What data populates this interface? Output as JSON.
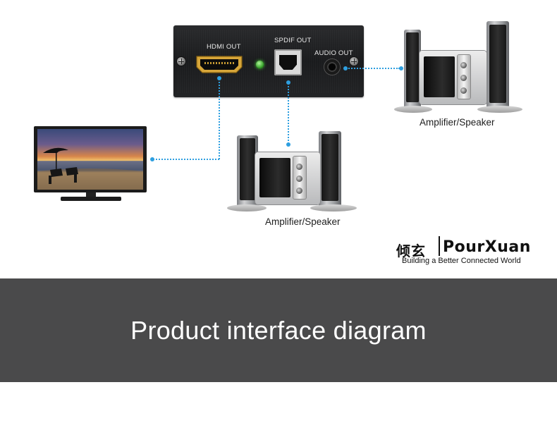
{
  "device": {
    "ports": [
      {
        "label": "HDMI OUT",
        "icon": "hdmi-port-icon"
      },
      {
        "label": "SPDIF OUT",
        "icon": "optical-port-icon"
      },
      {
        "label": "AUDIO OUT",
        "icon": "audio-jack-icon"
      }
    ],
    "led_color": "#3fd22f"
  },
  "connector_color": "#2e9fe0",
  "devices": {
    "tv": {
      "icon": "tv-icon"
    },
    "speaker_top": {
      "caption": "Amplifier/Speaker"
    },
    "speaker_bottom": {
      "caption": "Amplifier/Speaker"
    }
  },
  "brand": {
    "name_cn": "倾玄",
    "name_en": "PourXuan",
    "tagline": "Building a Better Connected World"
  },
  "banner": {
    "title": "Product interface diagram",
    "background": "#4a4a4b"
  }
}
